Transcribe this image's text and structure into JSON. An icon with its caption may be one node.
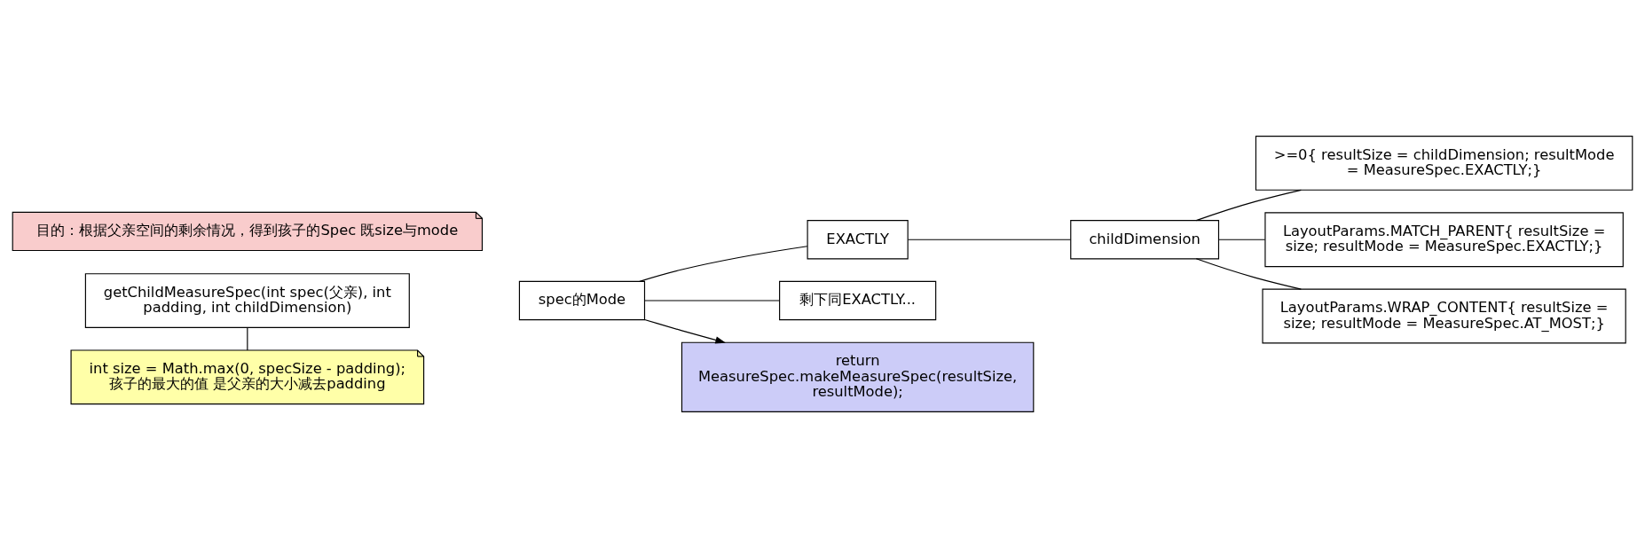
{
  "diagram": {
    "nodes": [
      {
        "text": [
          "目的：根据父亲空间的剩余情况，得到孩子的Spec 既size与mode"
        ]
      },
      {
        "text": [
          "getChildMeasureSpec(int spec(父亲), int padding, int childDimension)"
        ]
      },
      {
        "text": [
          "int size = Math.max(0, specSize - padding);",
          "孩子的最大的值 是父亲的大小减去padding"
        ]
      },
      {
        "text": [
          "spec的Mode"
        ]
      },
      {
        "text": [
          "EXACTLY"
        ]
      },
      {
        "text": [
          "剩下同EXACTLY..."
        ]
      },
      {
        "text": [
          "childDimension"
        ]
      },
      {
        "text": [
          ">=0{ resultSize = childDimension; resultMode = MeasureSpec.EXACTLY;}"
        ]
      },
      {
        "text": [
          "LayoutParams.MATCH_PARENT{ resultSize = size; resultMode = MeasureSpec.EXACTLY;}"
        ]
      },
      {
        "text": [
          "LayoutParams.WRAP_CONTENT{ resultSize = size; resultMode = MeasureSpec.AT_MOST;}"
        ]
      },
      {
        "text": [
          "return MeasureSpec.makeMeasureSpec(resultSize, resultMode);"
        ]
      }
    ],
    "edges": [
      {
        "from": 1,
        "to": 2,
        "arrow": "none"
      },
      {
        "from": 3,
        "to": 4,
        "arrow": "none"
      },
      {
        "from": 3,
        "to": 5,
        "arrow": "none"
      },
      {
        "from": 4,
        "to": 6,
        "arrow": "none"
      },
      {
        "from": 6,
        "to": 7,
        "arrow": "none"
      },
      {
        "from": 6,
        "to": 8,
        "arrow": "none"
      },
      {
        "from": 6,
        "to": 9,
        "arrow": "none"
      },
      {
        "from": 3,
        "to": 10,
        "arrow": "to"
      }
    ]
  }
}
